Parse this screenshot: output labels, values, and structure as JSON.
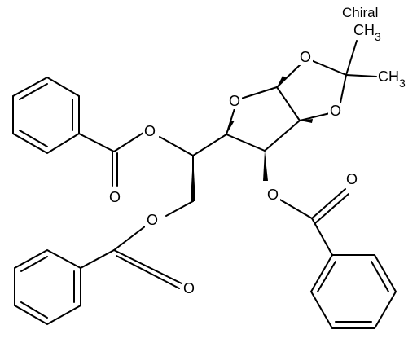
{
  "molecule": {
    "chiral_label": "Chiral",
    "atoms": {
      "o_ring": "O",
      "o_dioxolane_top": "O",
      "o_dioxolane_bottom": "O",
      "o_ester_a": "O",
      "o_carbonyl_a": "O",
      "o_ester_b": "O",
      "o_carbonyl_b": "O",
      "o_ester_c": "O",
      "o_carbonyl_c": "O",
      "methyl_top": "CH3",
      "methyl_right": "CH3"
    }
  }
}
